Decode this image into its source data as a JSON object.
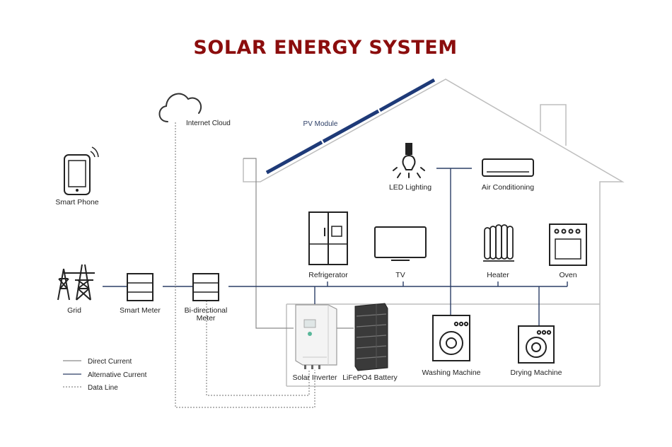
{
  "title": "SOLAR ENERGY SYSTEM",
  "labels": {
    "internet_cloud": "Internet Cloud",
    "pv_module": "PV Module",
    "smart_phone": "Smart Phone",
    "led_lighting": "LED Lighting",
    "air_conditioning": "Air Conditioning",
    "refrigerator": "Refrigerator",
    "tv": "TV",
    "heater": "Heater",
    "oven": "Oven",
    "grid": "Grid",
    "smart_meter": "Smart Meter",
    "bidirectional_meter_line1": "Bi-directional",
    "bidirectional_meter_line2": "Meter",
    "solar_inverter": "Solar Inverter",
    "battery": "LiFePO4 Battery",
    "washing_machine": "Washing Machine",
    "drying_machine": "Drying Machine"
  },
  "legend": {
    "direct_current": "Direct Current",
    "alternative_current": "Alternative Current",
    "data_line": "Data Line"
  },
  "colors": {
    "title": "#8b0d0d",
    "house_outline": "#bdbdbd",
    "dc_line": "#8a8a8a",
    "ac_line": "#2c3e66",
    "data_line": "#8a8a8a",
    "pv_panel": "#1e3a78"
  }
}
